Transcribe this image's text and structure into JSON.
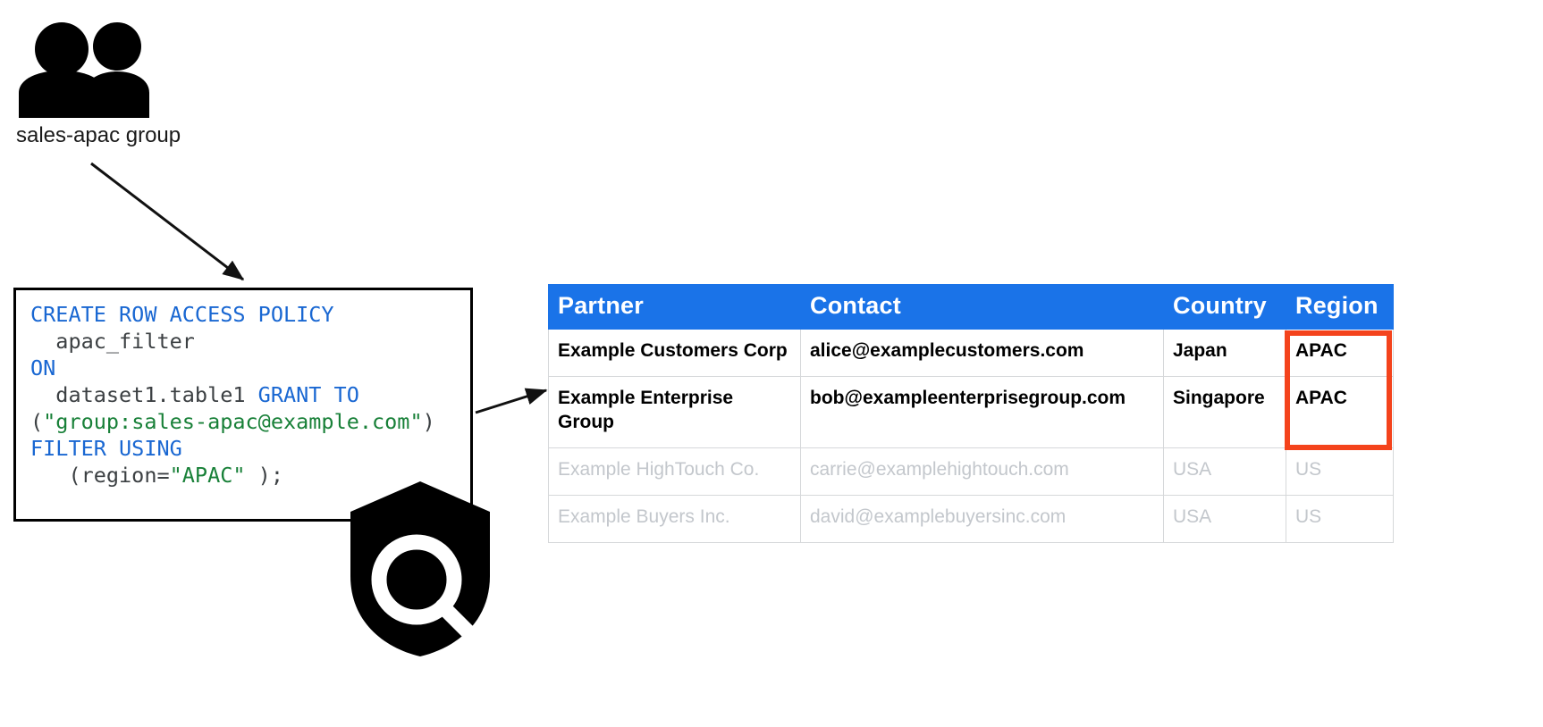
{
  "group_node": {
    "icon": "people-group-icon",
    "label": "sales-apac group"
  },
  "code_box": {
    "icon": "shield-search-icon",
    "language": "sql",
    "lines": [
      {
        "segments": [
          {
            "text": "CREATE ROW ACCESS POLICY",
            "type": "keyword"
          }
        ]
      },
      {
        "segments": [
          {
            "text": "  apac_filter",
            "type": "plain"
          }
        ]
      },
      {
        "segments": [
          {
            "text": "ON",
            "type": "keyword"
          }
        ]
      },
      {
        "segments": [
          {
            "text": "  dataset1.table1 ",
            "type": "plain"
          },
          {
            "text": "GRANT TO",
            "type": "keyword"
          }
        ]
      },
      {
        "segments": [
          {
            "text": "(",
            "type": "plain"
          },
          {
            "text": "\"group:sales-apac@example.com\"",
            "type": "string"
          },
          {
            "text": ")",
            "type": "plain"
          }
        ]
      },
      {
        "segments": [
          {
            "text": "FILTER USING",
            "type": "keyword"
          }
        ]
      },
      {
        "segments": [
          {
            "text": "   (region=",
            "type": "plain"
          },
          {
            "text": "\"APAC\"",
            "type": "string"
          },
          {
            "text": " );",
            "type": "plain"
          }
        ]
      }
    ],
    "plain_text": "CREATE ROW ACCESS POLICY\n  apac_filter\nON\n  dataset1.table1 GRANT TO\n(\"group:sales-apac@example.com\")\nFILTER USING\n   (region=\"APAC\" );"
  },
  "table": {
    "columns": [
      "Partner",
      "Contact",
      "Country",
      "Region"
    ],
    "rows": [
      {
        "state": "visible",
        "cells": [
          "Example Customers Corp",
          "alice@examplecustomers.com",
          "Japan",
          "APAC"
        ]
      },
      {
        "state": "visible",
        "cells": [
          "Example Enterprise Group",
          "bob@exampleenterprisegroup.com",
          "Singapore",
          "APAC"
        ]
      },
      {
        "state": "filtered-out",
        "cells": [
          "Example HighTouch Co.",
          "carrie@examplehightouch.com",
          "USA",
          "US"
        ]
      },
      {
        "state": "filtered-out",
        "cells": [
          "Example Buyers Inc.",
          "david@examplebuyersinc.com",
          "USA",
          "US"
        ]
      }
    ],
    "highlight": {
      "name": "region-apac-highlight",
      "color": "#f4431c",
      "covers": "Region column, rows 1-2"
    }
  },
  "colors": {
    "header_blue": "#1a73e8",
    "highlight_red": "#f4431c",
    "sql_keyword": "#1967d2",
    "sql_string": "#188038",
    "sql_plain": "#3c4043",
    "muted_text": "#c3c7cc",
    "grid_line": "#d6d8da"
  }
}
